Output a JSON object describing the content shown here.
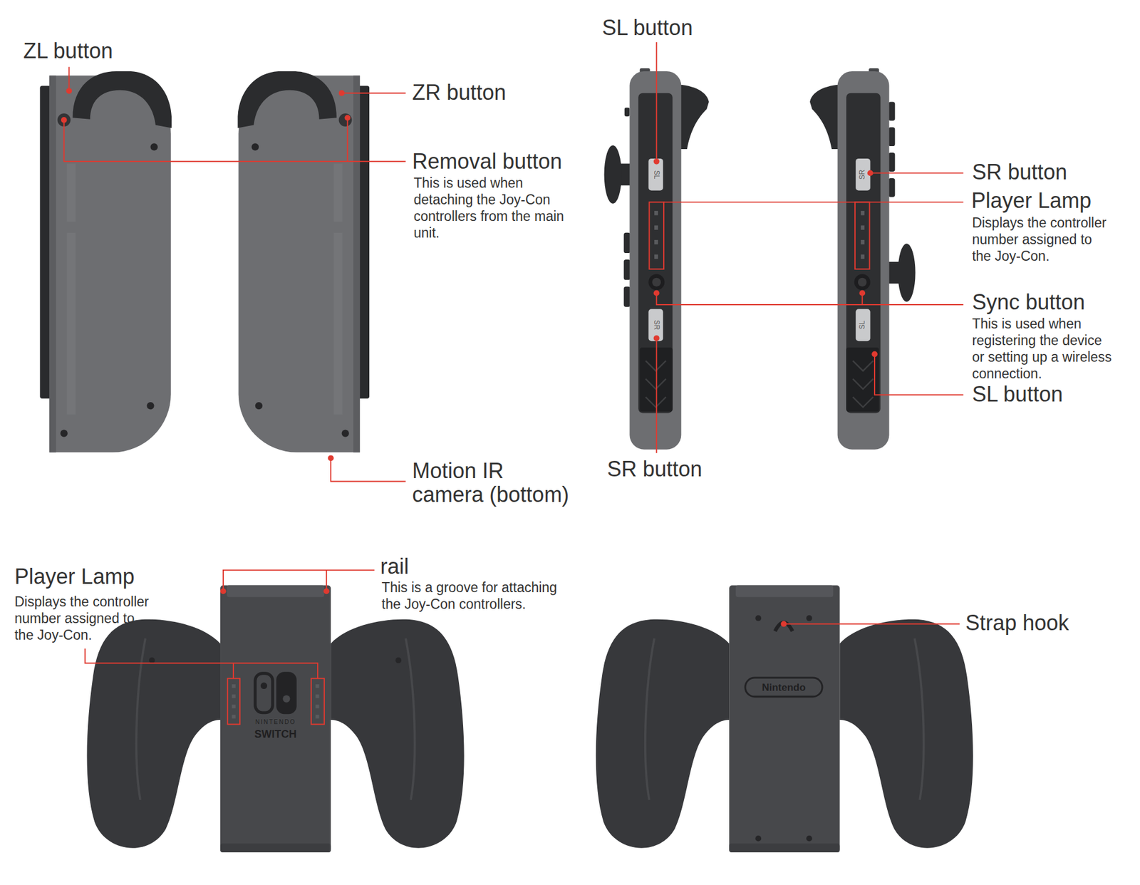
{
  "diagram": {
    "labels": [
      "ZL button",
      "ZR button",
      "Removal button",
      "This is used when detaching the Joy-Con controllers from the main unit.",
      "Motion IR camera (bottom)",
      "SL button",
      "SR button",
      "Player Lamp",
      "Displays the controller number assigned to the Joy-Con.",
      "Sync button",
      "This is used when registering the device or setting up a wireless connection.",
      "SL button",
      "SR button",
      "SL",
      "SR",
      "SR",
      "SL",
      "Player Lamp",
      "Displays the controller number assigned to the Joy-Con.",
      "rail",
      "This is a groove for attaching the Joy-Con controllers.",
      "NINTENDO",
      "SWITCH",
      "Strap hook",
      "Nintendo"
    ]
  }
}
